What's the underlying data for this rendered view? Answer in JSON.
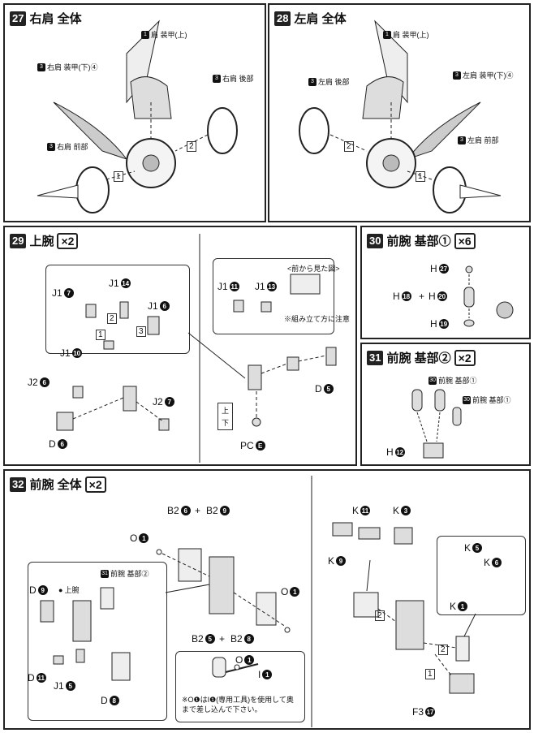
{
  "steps": {
    "s27": {
      "num": "27",
      "title": "右肩 全体",
      "labels": {
        "armor_top": "肩 装甲(上)",
        "armor_top_mark": "1",
        "armor_bottom": "右肩 装甲(下)④",
        "armor_bottom_mark": "3",
        "rear": "右肩 後部",
        "rear_mark": "3",
        "front": "右肩 前部",
        "front_mark": "3",
        "step1": "1",
        "step2": "2"
      }
    },
    "s28": {
      "num": "28",
      "title": "左肩 全体",
      "labels": {
        "armor_top": "肩 装甲(上)",
        "armor_top_mark": "1",
        "armor_bottom": "左肩 装甲(下)④",
        "armor_bottom_mark": "3",
        "rear": "左肩 後部",
        "rear_mark": "3",
        "front": "左肩 前部",
        "front_mark": "3",
        "step1": "1",
        "step2": "2"
      }
    },
    "s29": {
      "num": "29",
      "title": "上腕",
      "mult": "×2",
      "labels": {
        "j1a": "J1",
        "j1a_n": "7",
        "j1b": "J1",
        "j1b_n": "14",
        "j1c": "J1",
        "j1c_n": "6",
        "j1d": "J1",
        "j1d_n": "10",
        "j2a": "J2",
        "j2a_n": "6",
        "j2b": "J2",
        "j2b_n": "7",
        "d6": "D",
        "d6_n": "6",
        "j1e": "J1",
        "j1e_n": "11",
        "j1f": "J1",
        "j1f_n": "13",
        "d5": "D",
        "d5_n": "5",
        "pc": "PC",
        "pc_n": "E",
        "up": "上",
        "down": "下",
        "front_view": "<前から見た図>",
        "note": "※組み立て方に注意",
        "s1": "1",
        "s2": "2",
        "s3": "3"
      }
    },
    "s30": {
      "num": "30",
      "title": "前腕 基部①",
      "mult": "×6",
      "labels": {
        "h27": "H",
        "h27_n": "27",
        "h18": "H",
        "h18_n": "18",
        "plus": "+",
        "h20": "H",
        "h20_n": "20",
        "h19": "H",
        "h19_n": "19"
      }
    },
    "s31": {
      "num": "31",
      "title": "前腕 基部②",
      "mult": "×2",
      "labels": {
        "a": "前腕 基部①",
        "a_mark": "30",
        "b": "前腕 基部①",
        "b_mark": "30",
        "h12": "H",
        "h12_n": "12"
      }
    },
    "s32": {
      "num": "32",
      "title": "前腕 全体",
      "mult": "×2",
      "labels": {
        "b2a": "B2",
        "b2a_n": "6",
        "plus1": "+",
        "b2b": "B2",
        "b2b_n": "9",
        "o1a": "O",
        "o1a_n": "1",
        "o1b": "O",
        "o1b_n": "1",
        "b2c": "B2",
        "b2c_n": "5",
        "plus2": "+",
        "b2d": "B2",
        "b2d_n": "8",
        "sub_title": "前腕 基部②",
        "sub_mark": "31",
        "upper": "上腕",
        "upper_mark": "●",
        "d9": "D",
        "d9_n": "9",
        "d11": "D",
        "d11_n": "11",
        "j1": "J1",
        "j1_n": "5",
        "d8": "D",
        "d8_n": "8",
        "o1c": "O",
        "o1c_n": "1",
        "i1": "I",
        "i1_n": "1",
        "note": "※O❶はI❶(専用工具)を使用して奥まで差し込んで下さい。",
        "k11": "K",
        "k11_n": "11",
        "k3": "K",
        "k3_n": "3",
        "k9": "K",
        "k9_n": "9",
        "k5": "K",
        "k5_n": "5",
        "k6": "K",
        "k6_n": "6",
        "k1": "K",
        "k1_n": "1",
        "f3": "F3",
        "f3_n": "17",
        "st1": "1",
        "st2": "2",
        "st2b": "2"
      }
    }
  }
}
